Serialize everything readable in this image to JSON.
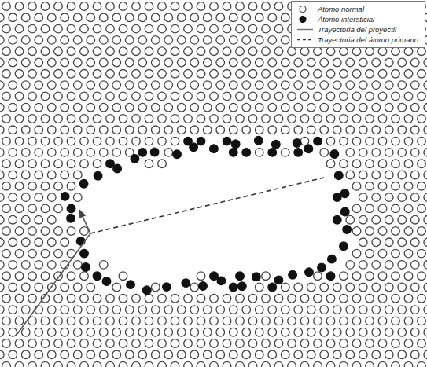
{
  "diagram": {
    "legend": [
      {
        "text": "Átomo normal"
      },
      {
        "text": "Átomo intersticial"
      },
      {
        "text": "Trayectoria del proyectil"
      },
      {
        "text": "Trayectoria del átomo primario"
      }
    ]
  }
}
